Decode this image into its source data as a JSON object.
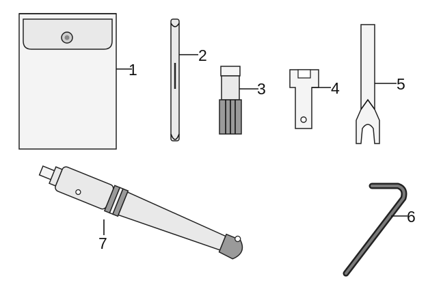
{
  "parts": [
    {
      "number": "1",
      "name": "tool-pouch"
    },
    {
      "number": "2",
      "name": "screwdriver-handle"
    },
    {
      "number": "3",
      "name": "socket-wrench"
    },
    {
      "number": "4",
      "name": "box-wrench"
    },
    {
      "number": "5",
      "name": "forked-tool"
    },
    {
      "number": "6",
      "name": "hex-key"
    },
    {
      "number": "7",
      "name": "grease-gun"
    }
  ]
}
